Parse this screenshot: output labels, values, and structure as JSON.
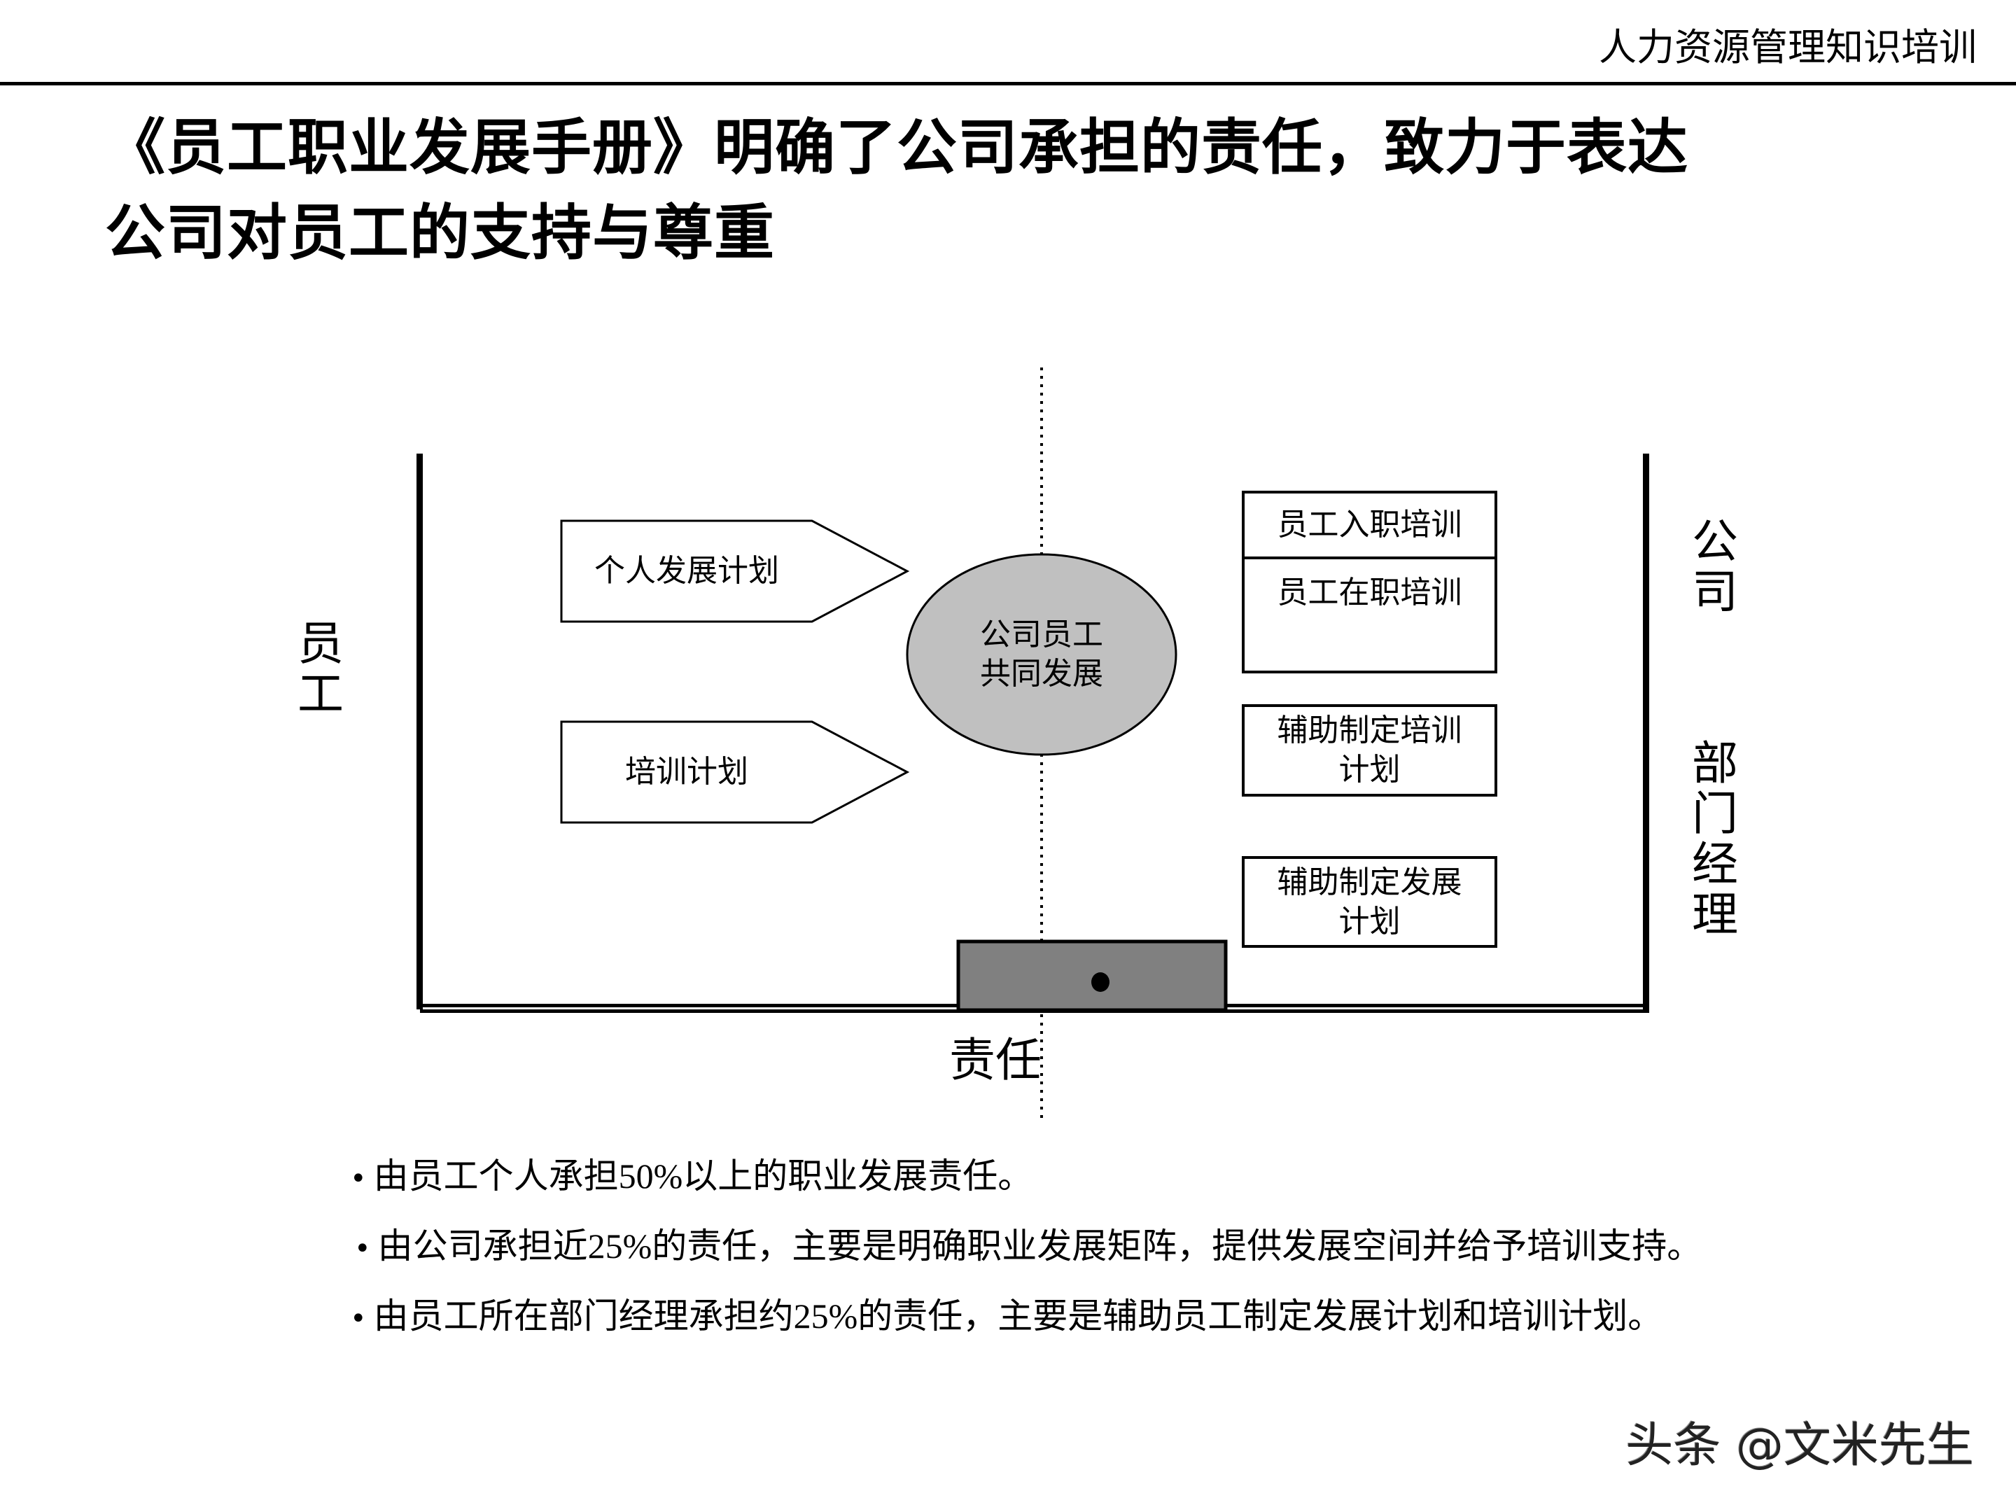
{
  "header": {
    "title": "人力资源管理知识培训"
  },
  "slide": {
    "title_line1": "《员工职业发展手册》明确了公司承担的责任，致力于表达",
    "title_line2": "公司对员工的支持与尊重"
  },
  "diagram": {
    "left_party": "员工",
    "right_party_top": "公司",
    "right_party_bottom": "部门经理",
    "axis_label": "责任",
    "center": {
      "line1": "公司员工",
      "line2": "共同发展",
      "fill": "#c0c0c0"
    },
    "employee_items": [
      {
        "label": "个人发展计划"
      },
      {
        "label": "培训计划"
      }
    ],
    "company_items": [
      {
        "label": "员工入职培训"
      },
      {
        "label": "员工在职培训"
      }
    ],
    "manager_items": [
      {
        "line1": "辅助制定培训",
        "line2": "计划"
      },
      {
        "line1": "辅助制定发展",
        "line2": "计划"
      }
    ],
    "fulcrum_fill": "#808080"
  },
  "bullets": [
    {
      "pre": "由员工个人承担",
      "num": "50%",
      "post": "以上的职业发展责任。"
    },
    {
      "pre": "由公司承担近",
      "num": "25%",
      "post": "的责任，主要是明确职业发展矩阵，提供发展空间并给予培训支持。"
    },
    {
      "pre": "由员工所在部门经理承担约",
      "num": "25%",
      "post": "的责任，主要是辅助员工制定发展计划和培训计划。"
    }
  ],
  "bullet_symbol": "•",
  "watermark": "头条 @文米先生"
}
